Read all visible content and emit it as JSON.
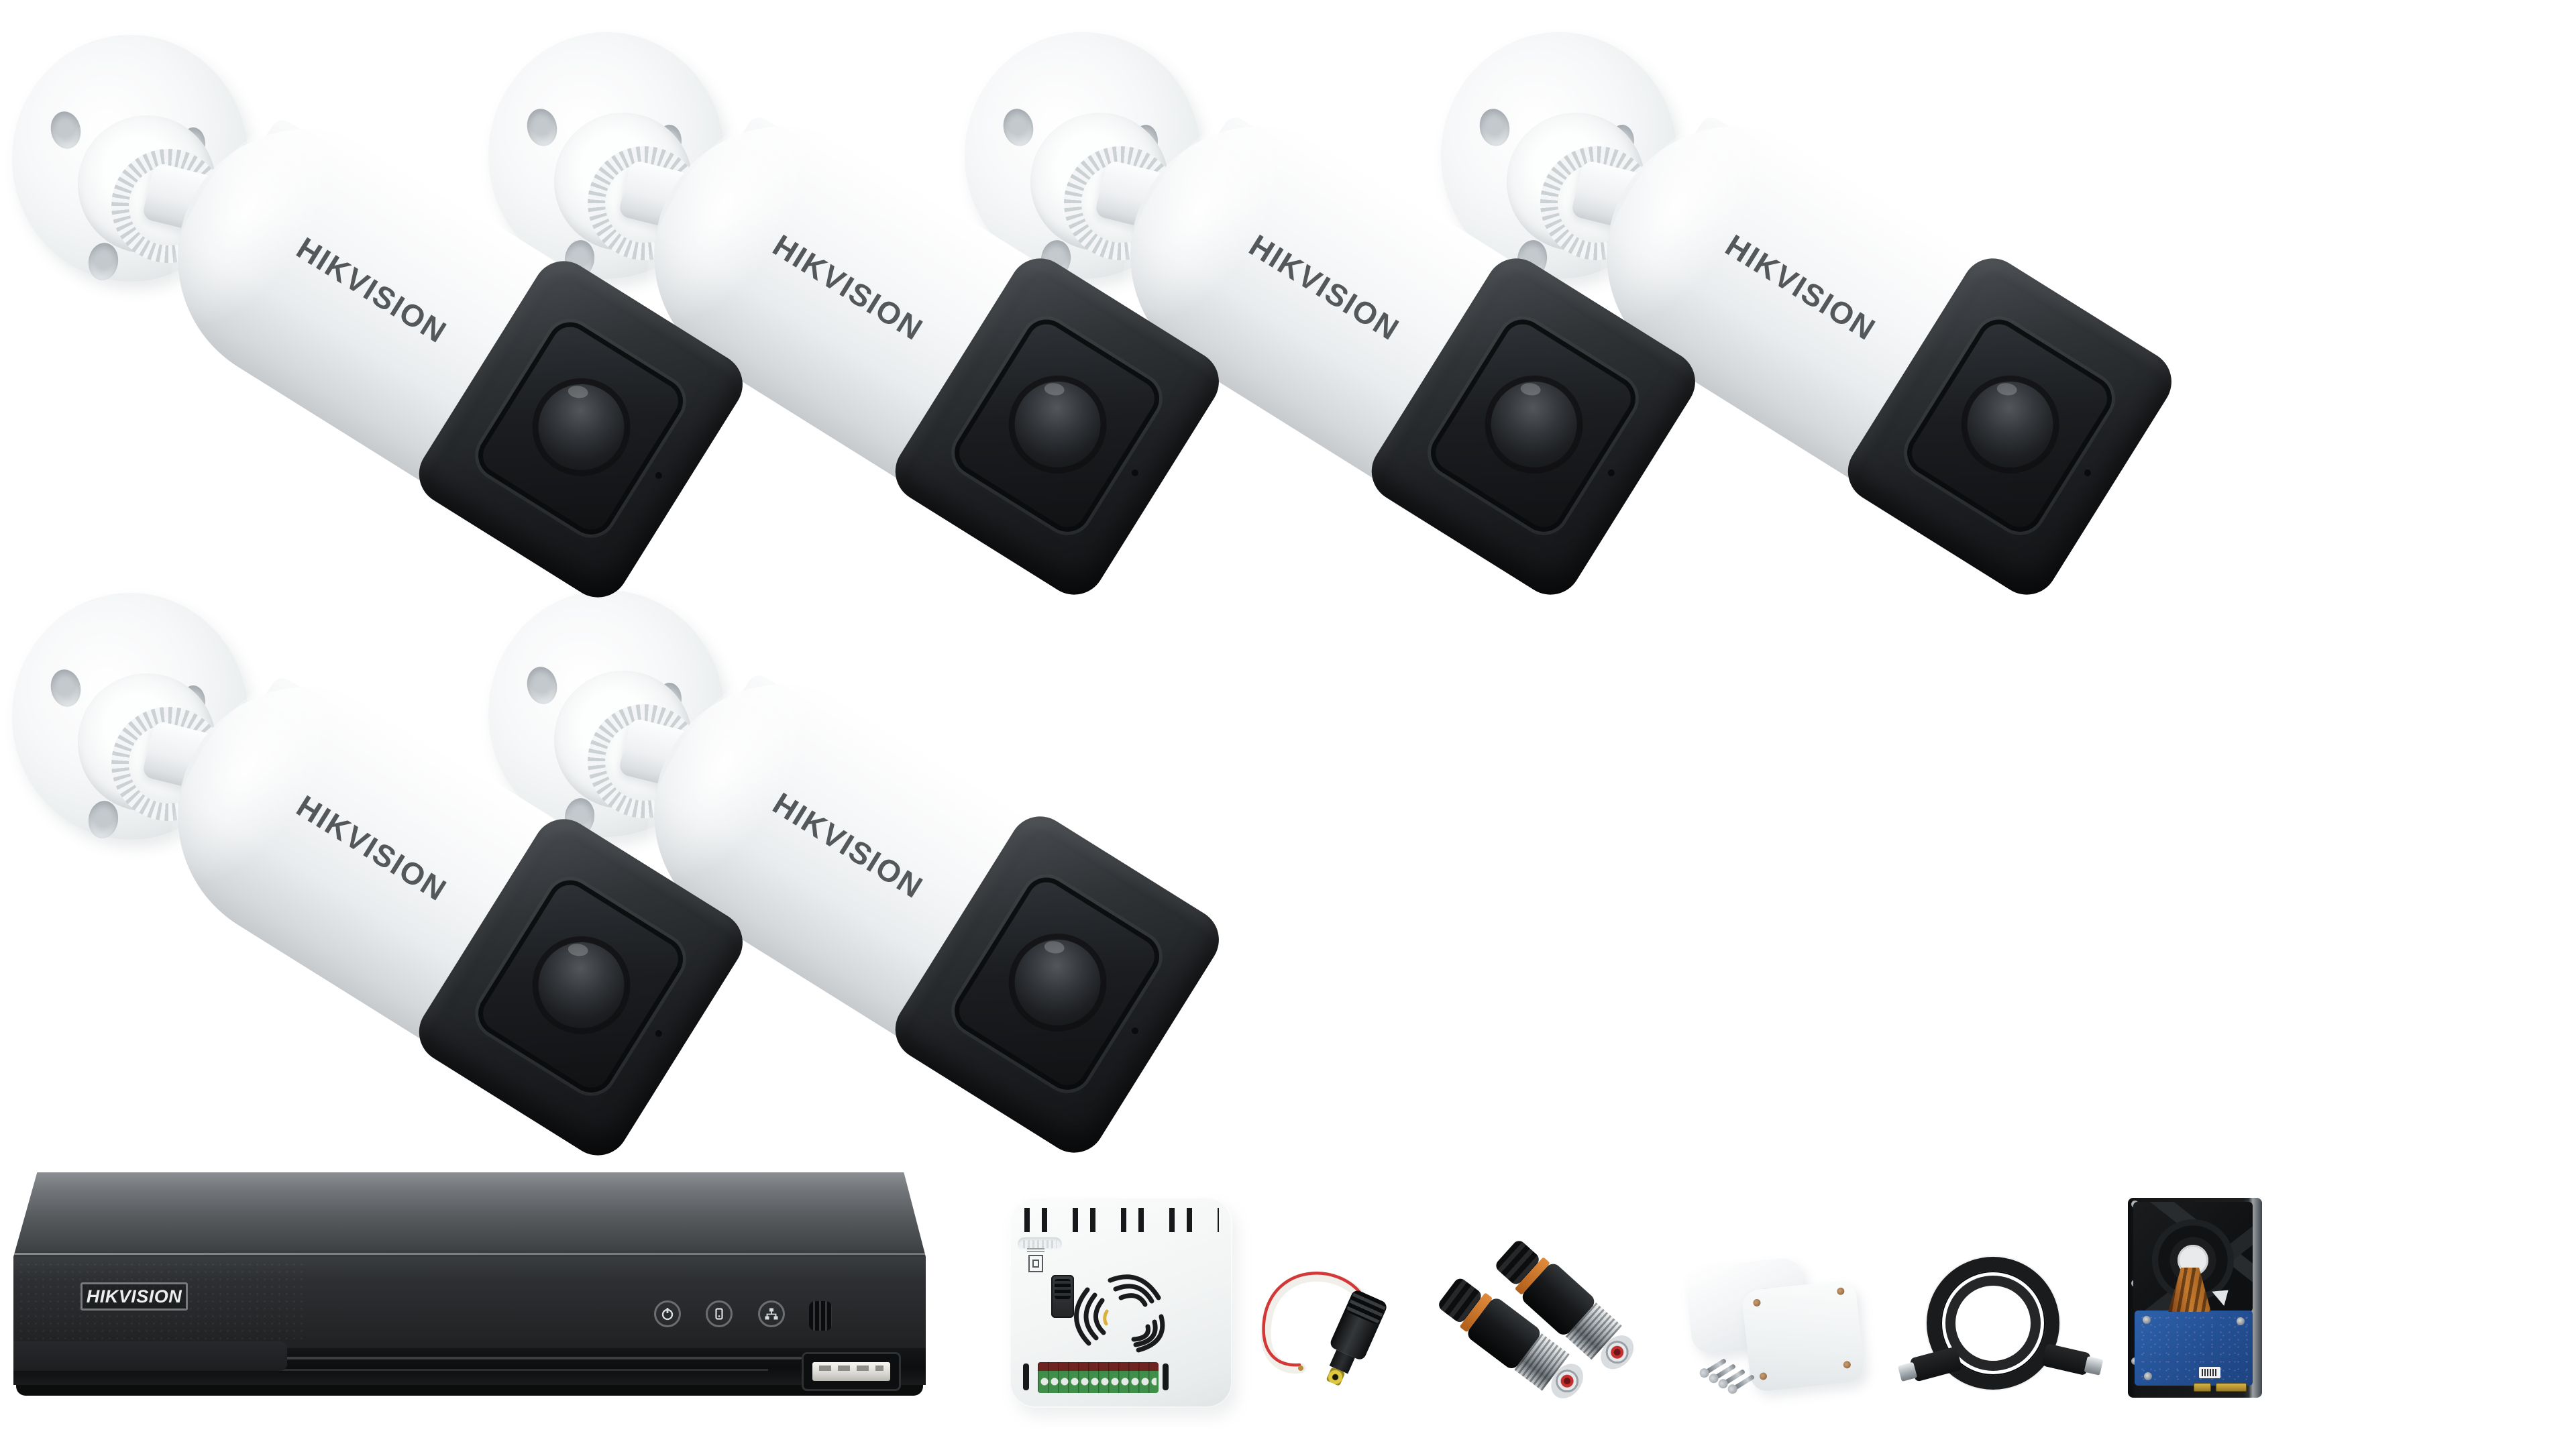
{
  "page": {
    "background": "#ffffff",
    "description": "Hikvision 6-camera CCTV surveillance kit product photo"
  },
  "cameras": {
    "count": 6,
    "brand_label": "HIKVISION",
    "layout_rows": [
      4,
      2
    ],
    "body_color": "#f2f4f6",
    "front_color": "#1b1d20",
    "label_color": "#54585a"
  },
  "dvr": {
    "brand_label": "HIKVISION",
    "body_color": "#2a2c2f",
    "indicator_icons": [
      "power-icon",
      "hdd-icon",
      "network-icon"
    ],
    "ports": [
      "ir-receiver",
      "usb-port"
    ]
  },
  "accessories": {
    "power_supply": {
      "name": "power supply unit",
      "body_color": "#f2f4f4",
      "terminal_color": "#3f8f4b"
    },
    "dc_pigtail": {
      "name": "DC power pigtail cable",
      "wire_color": "#efefec",
      "stripe_color": "#d23838",
      "plug_color": "#17181a"
    },
    "bnc_connectors": {
      "name": "BNC video connectors",
      "count": 2,
      "ring_color": "#c8742a",
      "tip_color": "#c43030"
    },
    "junction_box": {
      "name": "junction box with screws",
      "screw_count": 4,
      "color": "#f0f2f4"
    },
    "hdmi_cable": {
      "name": "coiled HDMI cable",
      "color": "#1a1b1d"
    },
    "hard_drive": {
      "name": "surveillance hard drive (PCB side)",
      "case_color": "#171819",
      "pcb_color": "#2a5ca8"
    }
  }
}
